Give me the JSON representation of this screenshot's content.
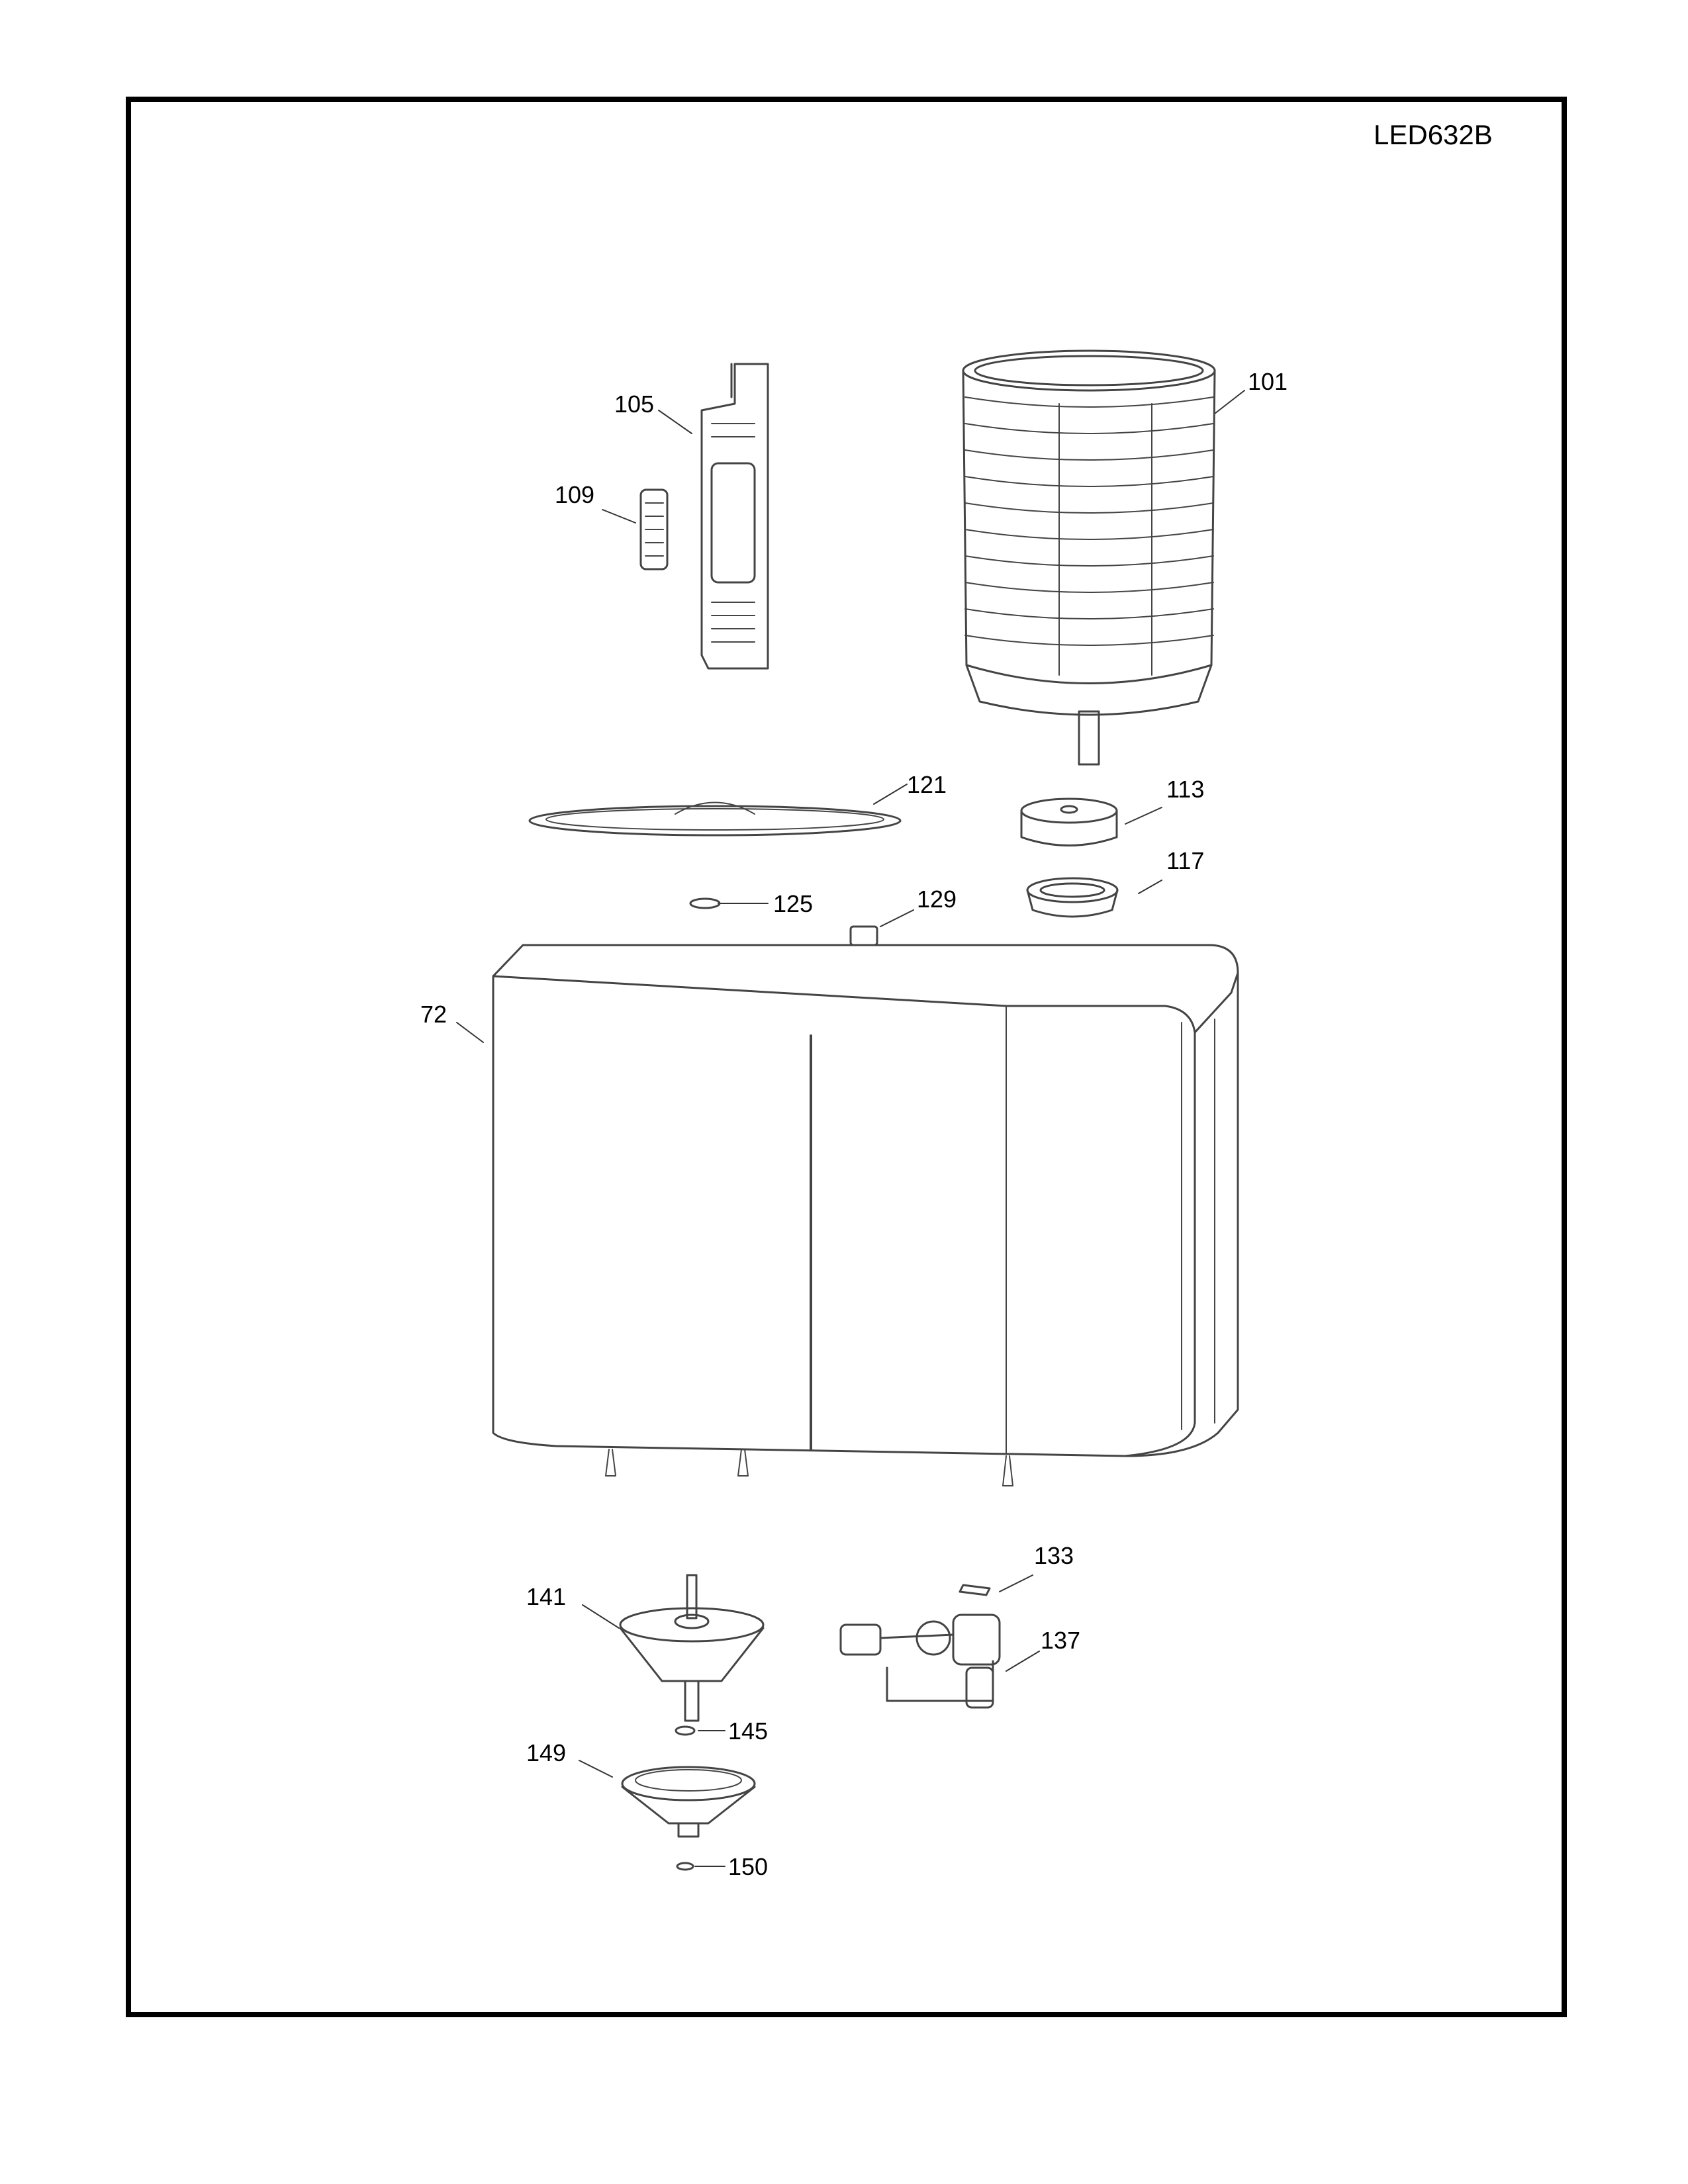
{
  "model": "LED632B",
  "labels": {
    "p101": "101",
    "p105": "105",
    "p109": "109",
    "p121": "121",
    "p113": "113",
    "p117": "117",
    "p125": "125",
    "p129": "129",
    "p72": "72",
    "p133": "133",
    "p137": "137",
    "p141": "141",
    "p145": "145",
    "p149": "149",
    "p150": "150"
  }
}
